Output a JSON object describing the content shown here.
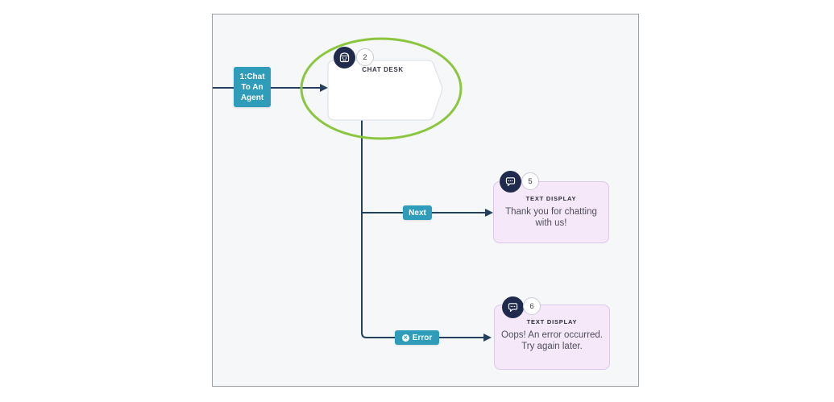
{
  "colors": {
    "accent_teal": "#2f9db9",
    "connector_navy": "#24405e",
    "icon_navy": "#1f2a4d",
    "highlight_green": "#8cc63e",
    "canvas_bg": "#f5f7f9",
    "text_node_bg": "#f5e8f8",
    "text_node_border": "#ddc8e9"
  },
  "start_node": {
    "lines": [
      "1:Chat",
      "To An",
      "Agent"
    ]
  },
  "chat_desk": {
    "badge": "2",
    "title": "CHAT DESK"
  },
  "branch_next": {
    "label": "Next"
  },
  "branch_error": {
    "label": "Error",
    "icon_glyph": "✕"
  },
  "text_node_next": {
    "badge": "5",
    "type": "TEXT DISPLAY",
    "lines": [
      "Thank you for chatting",
      "with us!"
    ]
  },
  "text_node_error": {
    "badge": "6",
    "type": "TEXT DISPLAY",
    "lines": [
      "Oops! An error occurred.",
      "Try again later."
    ]
  }
}
